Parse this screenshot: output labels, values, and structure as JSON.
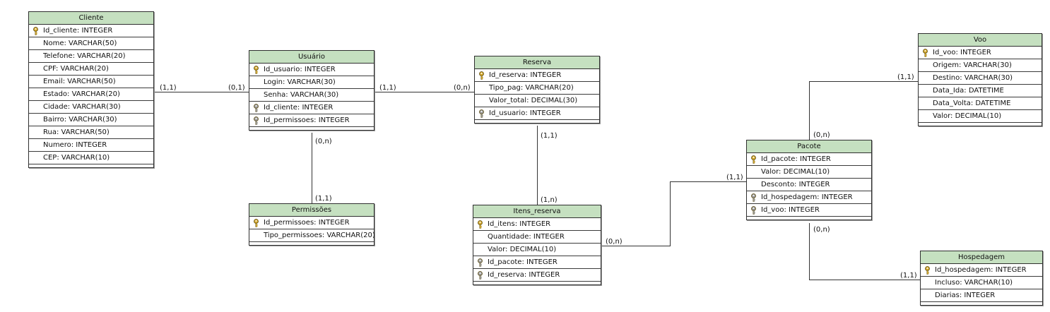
{
  "colors": {
    "header": "#c5e0c0",
    "border": "#2f2f2f",
    "line": "#333333",
    "pk_key": "#d4a82a",
    "fk_key": "#9a9a9a"
  },
  "entities": {
    "cliente": {
      "title": "Cliente",
      "rows": [
        {
          "text": "Id_cliente: INTEGER",
          "key": "key-icon"
        },
        {
          "text": "Nome: VARCHAR(50)",
          "key": ""
        },
        {
          "text": "Telefone: VARCHAR(20)",
          "key": ""
        },
        {
          "text": "CPF: VARCHAR(20)",
          "key": ""
        },
        {
          "text": "Email: VARCHAR(50)",
          "key": ""
        },
        {
          "text": "Estado: VARCHAR(20)",
          "key": ""
        },
        {
          "text": "Cidade: VARCHAR(30)",
          "key": ""
        },
        {
          "text": "Bairro: VARCHAR(30)",
          "key": ""
        },
        {
          "text": "Rua: VARCHAR(50)",
          "key": ""
        },
        {
          "text": "Numero: INTEGER",
          "key": ""
        },
        {
          "text": "CEP: VARCHAR(10)",
          "key": ""
        }
      ]
    },
    "usuario": {
      "title": "Usuário",
      "rows": [
        {
          "text": "Id_usuario: INTEGER",
          "key": "key-icon"
        },
        {
          "text": "Login: VARCHAR(30)",
          "key": ""
        },
        {
          "text": "Senha: VARCHAR(30)",
          "key": ""
        },
        {
          "text": "Id_cliente: INTEGER",
          "key": "foreign-key-icon"
        },
        {
          "text": "Id_permissoes: INTEGER",
          "key": "foreign-key-icon"
        }
      ]
    },
    "permissoes": {
      "title": "Permissões",
      "rows": [
        {
          "text": "Id_permissoes: INTEGER",
          "key": "key-icon"
        },
        {
          "text": "Tipo_permissoes: VARCHAR(20)",
          "key": ""
        }
      ]
    },
    "reserva": {
      "title": "Reserva",
      "rows": [
        {
          "text": "Id_reserva: INTEGER",
          "key": "key-icon"
        },
        {
          "text": "Tipo_pag: VARCHAR(20)",
          "key": ""
        },
        {
          "text": "Valor_total: DECIMAL(30)",
          "key": ""
        },
        {
          "text": "Id_usuario: INTEGER",
          "key": "foreign-key-icon"
        }
      ]
    },
    "itens_reserva": {
      "title": "Itens_reserva",
      "rows": [
        {
          "text": "Id_itens: INTEGER",
          "key": "key-icon"
        },
        {
          "text": "Quantidade: INTEGER",
          "key": ""
        },
        {
          "text": "Valor: DECIMAL(10)",
          "key": ""
        },
        {
          "text": "Id_pacote: INTEGER",
          "key": "foreign-key-icon"
        },
        {
          "text": "Id_reserva: INTEGER",
          "key": "foreign-key-icon"
        }
      ]
    },
    "pacote": {
      "title": "Pacote",
      "rows": [
        {
          "text": "Id_pacote: INTEGER",
          "key": "key-icon"
        },
        {
          "text": "Valor: DECIMAL(10)",
          "key": ""
        },
        {
          "text": "Desconto: INTEGER",
          "key": ""
        },
        {
          "text": "Id_hospedagem: INTEGER",
          "key": "foreign-key-icon"
        },
        {
          "text": "Id_voo: INTEGER",
          "key": "foreign-key-icon"
        }
      ]
    },
    "voo": {
      "title": "Voo",
      "rows": [
        {
          "text": "Id_voo: INTEGER",
          "key": "key-icon"
        },
        {
          "text": "Origem: VARCHAR(30)",
          "key": ""
        },
        {
          "text": "Destino: VARCHAR(30)",
          "key": ""
        },
        {
          "text": "Data_Ida: DATETIME",
          "key": ""
        },
        {
          "text": "Data_Volta: DATETIME",
          "key": ""
        },
        {
          "text": "Valor: DECIMAL(10)",
          "key": ""
        }
      ]
    },
    "hospedagem": {
      "title": "Hospedagem",
      "rows": [
        {
          "text": "Id_hospedagem: INTEGER",
          "key": "key-icon"
        },
        {
          "text": "Incluso: VARCHAR(10)",
          "key": ""
        },
        {
          "text": "Diarias: INTEGER",
          "key": ""
        }
      ]
    }
  },
  "cardinalities": {
    "cliente_usuario_a": "(1,1)",
    "cliente_usuario_b": "(0,1)",
    "usuario_reserva_a": "(1,1)",
    "usuario_reserva_b": "(0,n)",
    "usuario_permissoes_a": "(0,n)",
    "usuario_permissoes_b": "(1,1)",
    "reserva_itens_a": "(1,1)",
    "reserva_itens_b": "(1,n)",
    "itens_pacote_a": "(0,n)",
    "itens_pacote_b": "(1,1)",
    "pacote_voo_a": "(0,n)",
    "pacote_voo_b": "(1,1)",
    "pacote_hosp_a": "(0,n)",
    "pacote_hosp_b": "(1,1)"
  }
}
